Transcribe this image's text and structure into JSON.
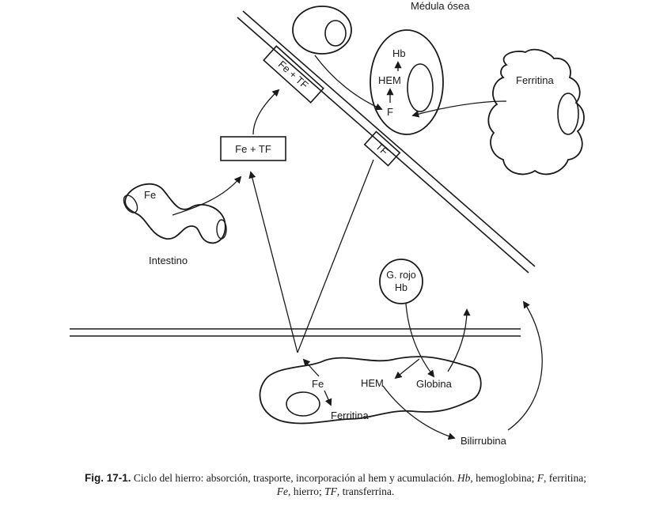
{
  "labels": {
    "medula_osea": "Médula ósea",
    "hb_top": "Hb",
    "hem_top": "HEM",
    "f_top": "F",
    "ferritina_cell": "Ferritina",
    "fe_tf_diag": "Fe + TF",
    "tf_diag": "TF",
    "fe_tf_box": "Fe + TF",
    "fe_intestine": "Fe",
    "intestino": "Intestino",
    "g_rojo": "G. rojo",
    "hb_rbc": "Hb",
    "fe_bottom": "Fe",
    "hem_bottom": "HEM",
    "globina": "Globina",
    "ferritina_bottom": "Ferritina",
    "bilirrubina": "Bilirrubina"
  },
  "caption": {
    "fig_label": "Fig. 17-1.",
    "line1_text": "Ciclo del hierro: absorción, trasporte, incorporación al hem y acumulación.",
    "abbr_hb": "Hb",
    "def_hb": ", hemoglobina;",
    "abbr_f": "F",
    "def_f": ", ferritina;",
    "abbr_fe": "Fe",
    "def_fe": ", hierro;",
    "abbr_tf": "TF",
    "def_tf": ", transferrina."
  }
}
